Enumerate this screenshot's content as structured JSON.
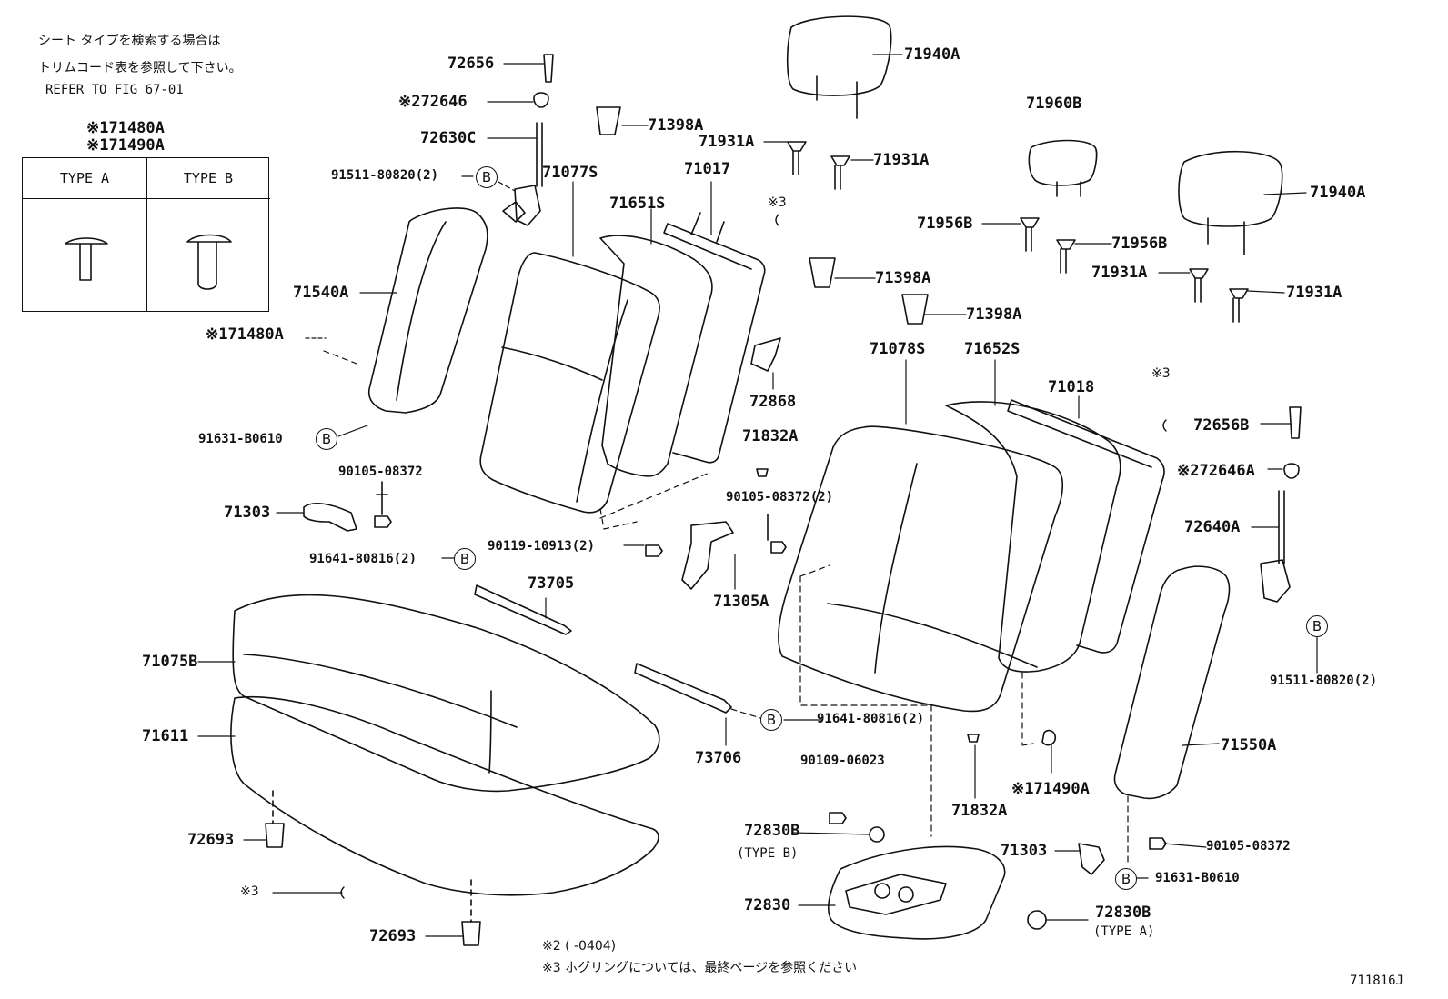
{
  "header_note": {
    "line1": "シート タイプを検索する場合は",
    "line2": "トリムコード表を参照して下さい。",
    "line3": "REFER TO FIG 67-01"
  },
  "type_table": {
    "title1": "※171480A",
    "title2": "※171490A",
    "col_a": "TYPE A",
    "col_b": "TYPE B"
  },
  "parts": {
    "p72656": "72656",
    "p72646": "※272646",
    "p72630C": "72630C",
    "p91511_l": "91511-80820(2)",
    "p71398A_1": "71398A",
    "p71931A_1": "71931A",
    "p71940A_1": "71940A",
    "p71931A_2": "71931A",
    "p71077S": "71077S",
    "p71017": "71017",
    "p71651S": "71651S",
    "p_r3a": "※3",
    "p71960B": "71960B",
    "p71940A_2": "71940A",
    "p71956B_1": "71956B",
    "p71956B_2": "71956B",
    "p71398A_2": "71398A",
    "p71931A_3": "71931A",
    "p71931A_4": "71931A",
    "p71398A_3": "71398A",
    "p71540A": "71540A",
    "p71480A": "※171480A",
    "p72868": "72868",
    "p71078S": "71078S",
    "p71652S": "71652S",
    "p71018": "71018",
    "p_r3b": "※3",
    "p72656B": "72656B",
    "p91631_l": "91631-B0610",
    "p71832A_1": "71832A",
    "p72646A": "※272646A",
    "p90105_1": "90105-08372",
    "p90105_2": "90105-08372(2)",
    "p71303_1": "71303",
    "p90119": "90119-10913(2)",
    "p72640A": "72640A",
    "p91641_1": "91641-80816(2)",
    "p73705": "73705",
    "p71305A": "71305A",
    "p91511_r": "91511-80820(2)",
    "p71075B": "71075B",
    "p71611": "71611",
    "p91641_2": "91641-80816(2)",
    "p73706": "73706",
    "p71550A": "71550A",
    "p90109": "90109-06023",
    "p71832A_2": "71832A",
    "p71490A": "※171490A",
    "p72693_1": "72693",
    "p72830B_1": "72830B",
    "p72830B_1t": "(TYPE B)",
    "p71303_2": "71303",
    "p90105_3": "90105-08372",
    "p91631_r": "91631-B0610",
    "p_r3c": "※3",
    "p72830": "72830",
    "p72830B_2": "72830B",
    "p72830B_2t": "(TYPE A)",
    "p72693_2": "72693"
  },
  "bmark": "B",
  "footer": {
    "note2": "※2 (     -0404)",
    "note3": "※3  ホグリングについては、最終ページを参照ください",
    "figure_id": "711816J"
  }
}
